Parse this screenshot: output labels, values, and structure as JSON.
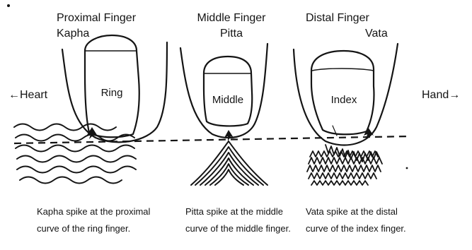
{
  "side_labels": {
    "left": "←Heart",
    "right": "Hand→"
  },
  "fingers": [
    {
      "position": "Proximal Finger",
      "dosha": "Kapha",
      "finger": "Ring",
      "caption_line1": "Kapha spike at the proximal",
      "caption_line2": "curve of the ring finger."
    },
    {
      "position": "Middle Finger",
      "dosha": "Pitta",
      "finger": "Middle",
      "caption_line1": "Pitta spike at the middle",
      "caption_line2": "curve of the middle finger."
    },
    {
      "position": "Distal Finger",
      "dosha": "Vata",
      "finger": "Index",
      "caption_line1": "Vata spike at the distal",
      "caption_line2": "curve of the index finger."
    }
  ],
  "colors": {
    "ink": "#141414",
    "background": "#ffffff"
  }
}
